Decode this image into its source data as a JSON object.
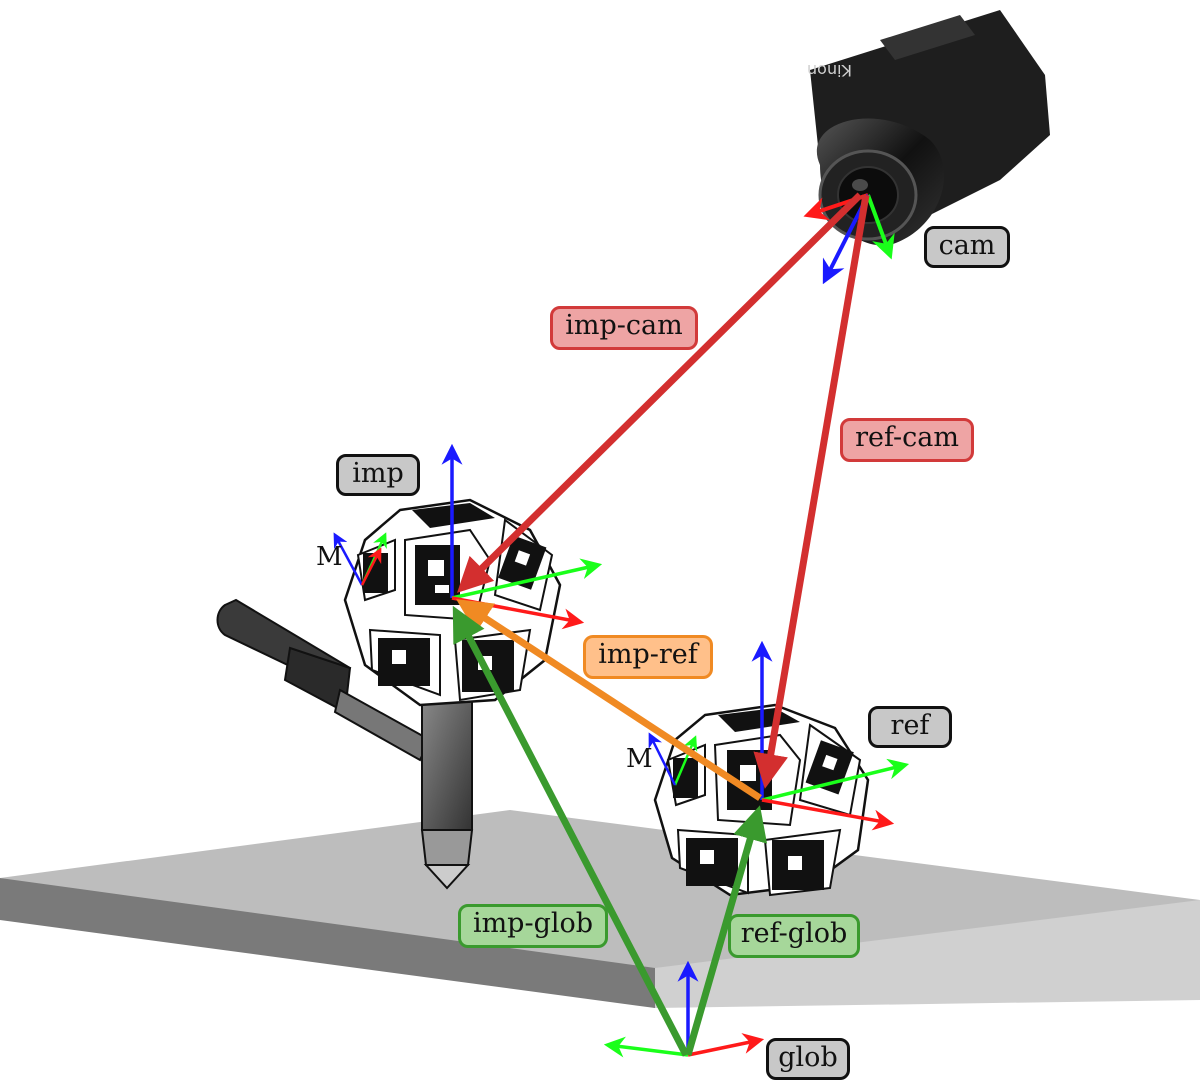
{
  "frames": {
    "cam": "cam",
    "imp": "imp",
    "ref": "ref",
    "glob": "glob"
  },
  "transforms": {
    "imp_cam": "imp-cam",
    "ref_cam": "ref-cam",
    "imp_ref": "imp-ref",
    "imp_glob": "imp-glob",
    "ref_glob": "ref-glob"
  },
  "markers": {
    "imp_m": "M",
    "ref_m": "M"
  },
  "camera_brand": "Kinon",
  "colors": {
    "cam_transform": "#d32f2f",
    "ref_transform": "#f08a23",
    "glob_transform": "#3a9a2e",
    "axis_x": "#ff1a1a",
    "axis_y": "#1aff1a",
    "axis_z": "#1a1aff",
    "table": "#bdbdbd"
  }
}
